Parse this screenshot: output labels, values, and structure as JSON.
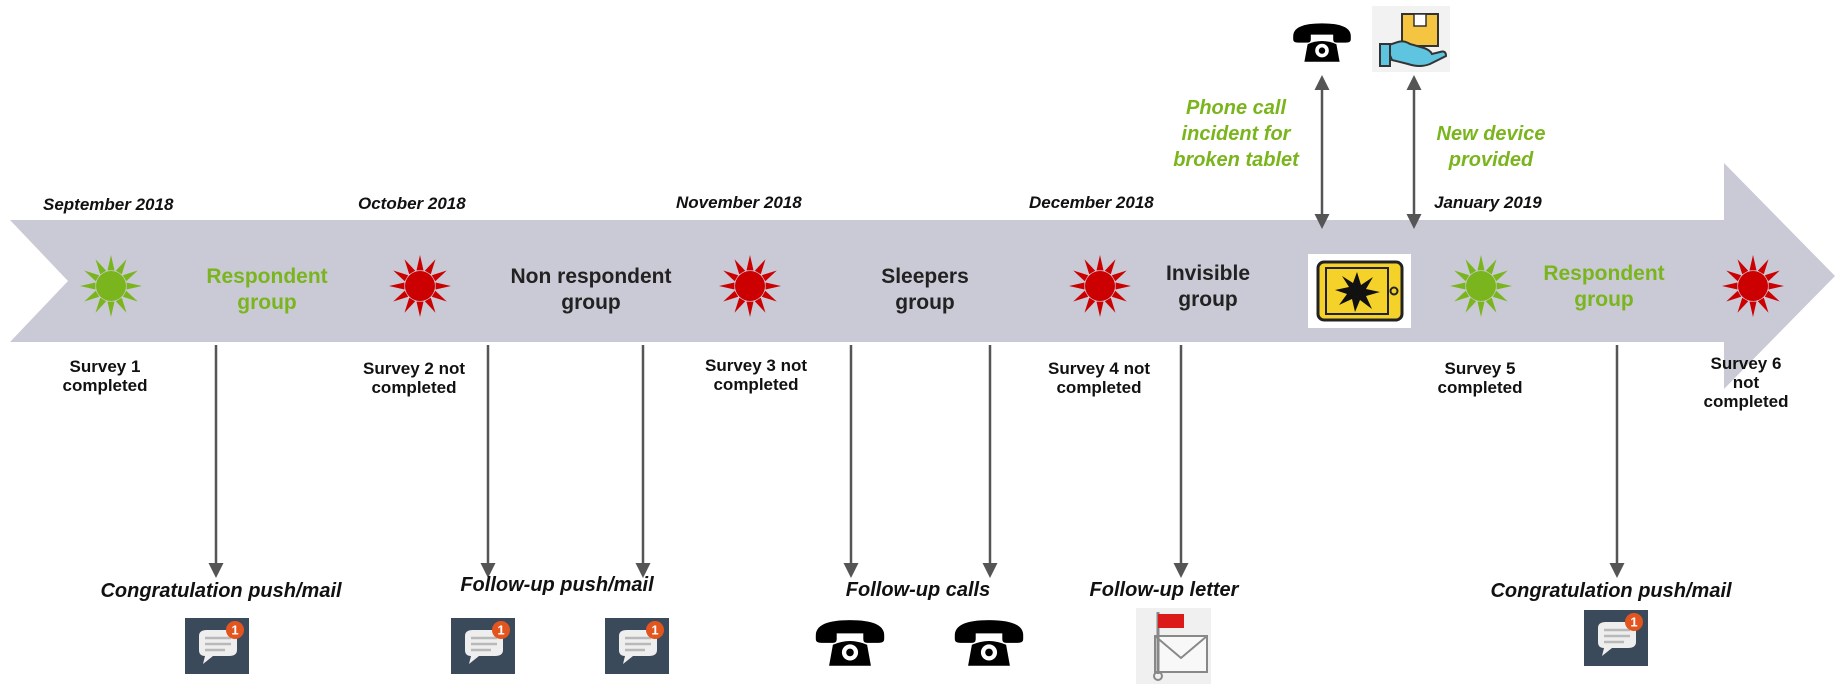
{
  "months": [
    "September 2018",
    "October 2018",
    "November 2018",
    "December 2018",
    "January 2019"
  ],
  "groups": [
    {
      "label": "Respondent\ngroup",
      "status": "green"
    },
    {
      "label": "Non respondent\ngroup",
      "status": "dark"
    },
    {
      "label": "Sleepers\ngroup",
      "status": "dark"
    },
    {
      "label": "Invisible\ngroup",
      "status": "dark"
    },
    {
      "label": "Respondent\ngroup",
      "status": "green"
    }
  ],
  "surveys": [
    {
      "label": "Survey 1\ncompleted",
      "completed": true
    },
    {
      "label": "Survey 2 not\ncompleted",
      "completed": false
    },
    {
      "label": "Survey 3 not\ncompleted",
      "completed": false
    },
    {
      "label": "Survey 4 not\ncompleted",
      "completed": false
    },
    {
      "label": "Survey 5\ncompleted",
      "completed": true
    },
    {
      "label": "Survey 6 not\ncompleted",
      "completed": false
    }
  ],
  "actions": [
    {
      "label": "Congratulation push/mail",
      "icon": "chat-notification-icon"
    },
    {
      "label": "Follow-up push/mail",
      "icon": "chat-notification-icon"
    },
    {
      "label": "Follow-up calls",
      "icon": "telephone-icon"
    },
    {
      "label": "Follow-up letter",
      "icon": "envelope-flag-icon"
    },
    {
      "label": "Congratulation push/mail",
      "icon": "chat-notification-icon"
    }
  ],
  "notes": {
    "incident": "Phone call\nincident for\nbroken tablet",
    "device": "New device\nprovided"
  },
  "icons": {
    "incident_phone": "telephone-icon",
    "device_delivery": "package-hand-icon",
    "broken_tablet": "broken-tablet-icon"
  },
  "colors": {
    "arrow": "#c9cad6",
    "completed": "#7ab51d",
    "not_completed": "#cc0000",
    "accent_text": "#7ab51d",
    "connector": "#555555"
  }
}
